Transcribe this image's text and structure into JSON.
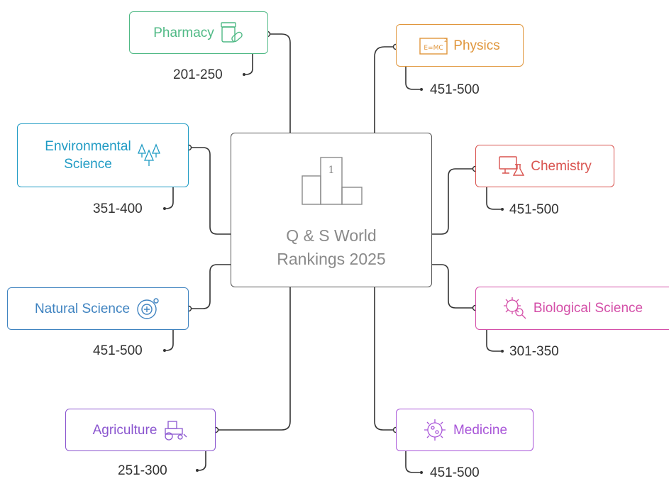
{
  "center": {
    "title_line1": "Q & S World",
    "title_line2": "Rankings 2025",
    "podium_number": "1"
  },
  "nodes": {
    "pharmacy": {
      "label": "Pharmacy",
      "rank": "201-250",
      "color": "#4fb985",
      "icon": "pill-bottle-icon"
    },
    "physics": {
      "label": "Physics",
      "rank": "451-500",
      "color": "#e0963c",
      "icon": "formula-icon",
      "icon_text": "E=MC"
    },
    "environmental": {
      "label_line1": "Environmental",
      "label_line2": "Science",
      "rank": "351-400",
      "color": "#1f9bc4",
      "icon": "trees-icon"
    },
    "chemistry": {
      "label": "Chemistry",
      "rank": "451-500",
      "color": "#d9534f",
      "icon": "lab-monitor-icon"
    },
    "natural": {
      "label": "Natural Science",
      "rank": "451-500",
      "color": "#3f83c0",
      "icon": "atom-circle-icon"
    },
    "biological": {
      "label": "Biological Science",
      "rank": "301-350",
      "color": "#d44fa8",
      "icon": "microbe-search-icon"
    },
    "agriculture": {
      "label": "Agriculture",
      "rank": "251-300",
      "color": "#8a55cf",
      "icon": "tractor-icon"
    },
    "medicine": {
      "label": "Medicine",
      "rank": "451-500",
      "color": "#a855d8",
      "icon": "virus-icon"
    }
  }
}
